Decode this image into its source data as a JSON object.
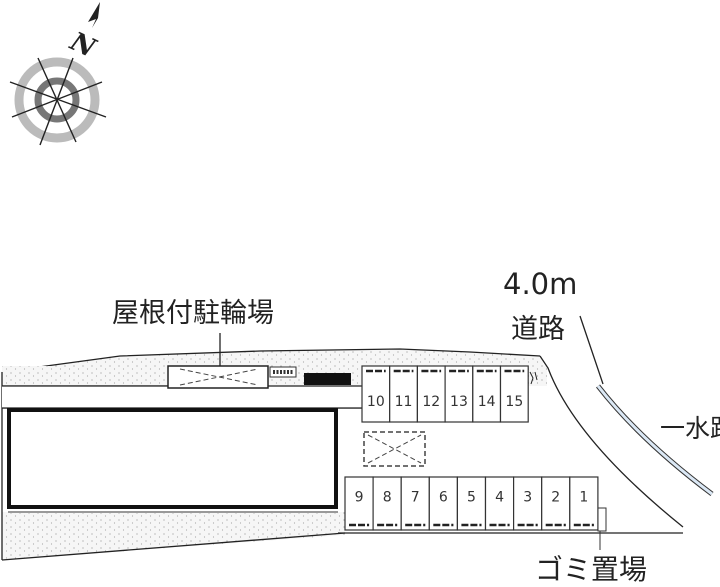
{
  "compass": {
    "north_label": "N"
  },
  "labels": {
    "bicycle_parking": "屋根付駐輪場",
    "road_width": "4.0m",
    "road": "道路",
    "waterway": "一水路",
    "garbage": "ゴミ置場"
  },
  "parking_rows": {
    "top": [
      "10",
      "11",
      "12",
      "13",
      "14",
      "15"
    ],
    "bottom": [
      "9",
      "8",
      "7",
      "6",
      "5",
      "4",
      "3",
      "2",
      "1"
    ]
  },
  "colors": {
    "line": "#222222",
    "dots": "#f3f3f3",
    "water": "#dbe8f5"
  }
}
